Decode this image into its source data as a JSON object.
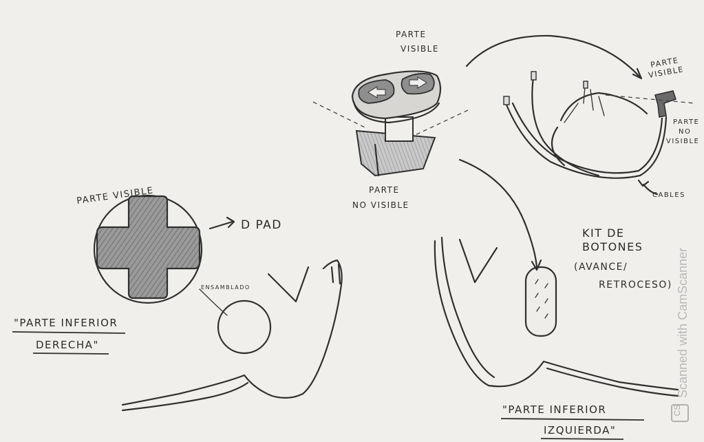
{
  "labels": {
    "parte_visible_dpad": "PARTE VISIBLE",
    "dpad": "D PAD",
    "ensamblado": "ENSAMBLADO",
    "parte_inferior_derecha_1": "\"PARTE INFERIOR",
    "parte_inferior_derecha_2": "DERECHA\"",
    "parte_visible_boton_1": "PARTE",
    "parte_visible_boton_2": "VISIBLE",
    "parte_no_visible_boton_1": "PARTE",
    "parte_no_visible_boton_2": "NO VISIBLE",
    "parte_visible_cable_1": "PARTE",
    "parte_visible_cable_2": "VISIBLE",
    "parte_no_visible_cable_1": "PARTE",
    "parte_no_visible_cable_2": "NO",
    "parte_no_visible_cable_3": "VISIBLE",
    "cables": "CABLES",
    "kit_1": "KIT DE",
    "kit_2": "BOTONES",
    "kit_3": "(AVANCE/",
    "kit_4": "RETROCESO)",
    "parte_inferior_izquierda_1": "\"PARTE INFERIOR",
    "parte_inferior_izquierda_2": "IZQUIERDA\""
  },
  "watermark": {
    "text": "Scanned with CamScanner",
    "badge": "CS"
  }
}
